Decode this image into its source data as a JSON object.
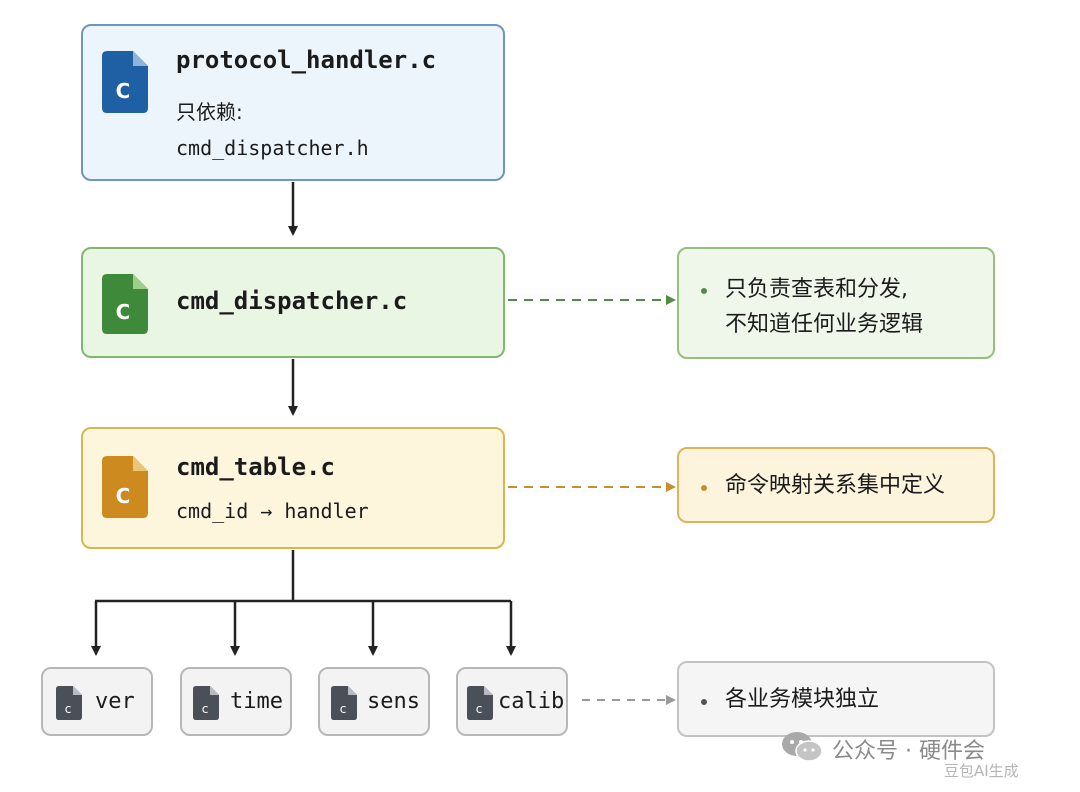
{
  "colors": {
    "blue_icon": "#1f5fa3",
    "green_icon": "#3e8a3a",
    "yellow_icon": "#cc8a1f",
    "gray_icon": "#4a4f58",
    "arrow": "#222222",
    "green_dash": "#4f8d43",
    "yellow_dash": "#c98d2d",
    "gray_dash": "#9a9a9a"
  },
  "nodes": {
    "protocol": {
      "name": "protocol_handler.c",
      "line1": "只依赖:",
      "line2": "cmd_dispatcher.h",
      "icon_letter": "C"
    },
    "dispatcher": {
      "name": "cmd_dispatcher.c",
      "icon_letter": "C"
    },
    "table": {
      "name": "cmd_table.c",
      "mapping": "cmd_id → handler",
      "icon_letter": "C"
    },
    "modules": [
      {
        "label": "ver",
        "icon_letter": "c"
      },
      {
        "label": "time",
        "icon_letter": "c"
      },
      {
        "label": "sens",
        "icon_letter": "c"
      },
      {
        "label": "calib",
        "icon_letter": "c"
      }
    ]
  },
  "notes": {
    "dispatcher_line1": "只负责查表和分发,",
    "dispatcher_line2": "不知道任何业务逻辑",
    "table": "命令映射关系集中定义",
    "modules": "各业务模块独立"
  },
  "watermark": {
    "text": "公众号 · 硬件会",
    "tag": "豆包AI生成"
  }
}
